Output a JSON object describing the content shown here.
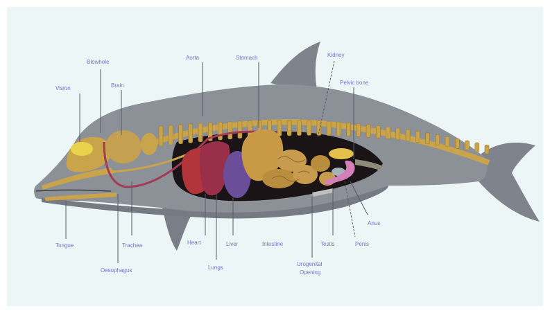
{
  "diagram": {
    "labels": {
      "vision": "Vision",
      "blowhole": "Blowhole",
      "brain": "Brain",
      "aorta": "Aorta",
      "stomach": "Stomach",
      "kidney": "Kidney",
      "pelvic_bone": "Pelvic bone",
      "tongue": "Tongue",
      "oesophagus": "Oesophagus",
      "trachea": "Trachea",
      "heart": "Heart",
      "lungs": "Lungs",
      "liver": "Liver",
      "intestine": "Intestine",
      "urogenital_opening_line1": "Urogenital",
      "urogenital_opening_line2": "Opening",
      "testis": "Testis",
      "penis": "Penis",
      "anus": "Anus"
    },
    "colors": {
      "background": "#ecf6f6",
      "body": "#8c9097",
      "body_dark": "#6e737b",
      "skeleton": "#c9a44a",
      "heart": "#b2353b",
      "lungs": "#9a2f4a",
      "liver": "#6b4e9a",
      "stomach": "#c99a45",
      "intestine": "#c79c4e",
      "penis": "#d47fb8",
      "kidney": "#e3c04a",
      "cavity": "#1a1416",
      "label": "#6f74c4"
    }
  }
}
